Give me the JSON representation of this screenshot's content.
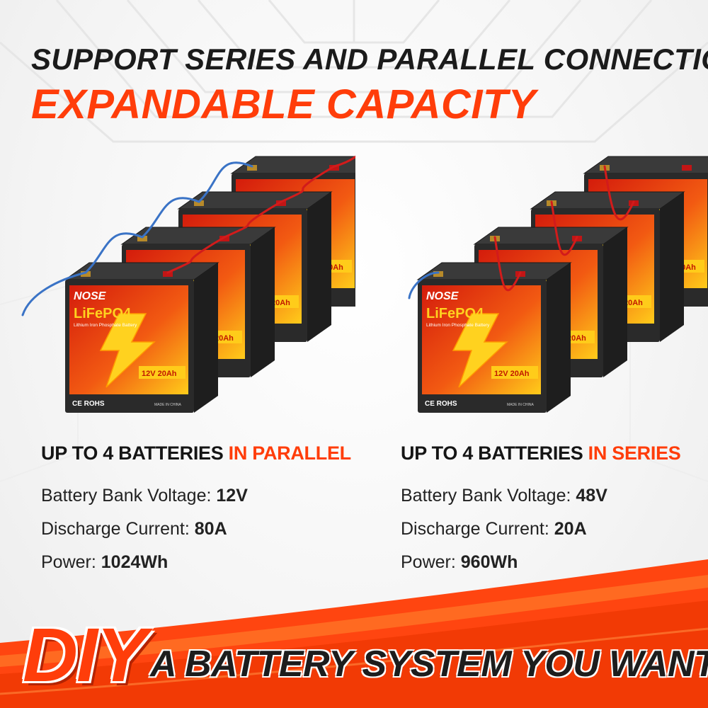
{
  "header": {
    "title": "SUPPORT SERIES AND PARALLEL CONNECTION",
    "subtitle": "EXPANDABLE CAPACITY"
  },
  "battery": {
    "brand": "NOSE",
    "chemistry": "LiFePO4",
    "chemistry_desc": "Lithium Iron Phosphate Battery",
    "rating": "12V 20Ah",
    "rating_short": "20Ah",
    "certs": "CE ROHS",
    "origin": "MADE IN CHINA"
  },
  "parallel": {
    "heading_prefix": "UP TO 4 BATTERIES",
    "heading_accent": "IN PARALLEL",
    "voltage_label": "Battery Bank Voltage:",
    "voltage_value": "12V",
    "current_label": "Discharge Current:",
    "current_value": "80A",
    "power_label": "Power:",
    "power_value": "1024Wh"
  },
  "series": {
    "heading_prefix": "UP TO 4 BATTERIES",
    "heading_accent": "IN SERIES",
    "voltage_label": "Battery Bank Voltage:",
    "voltage_value": "48V",
    "current_label": "Discharge Current:",
    "current_value": "20A",
    "power_label": "Power:",
    "power_value": "960Wh"
  },
  "banner": {
    "diy": "DIY",
    "tagline": "A BATTERY SYSTEM YOU WANT!"
  },
  "colors": {
    "accent": "#ff3d0a",
    "text": "#1b1b1b",
    "case": "#2a2a2a",
    "label_red": "#d41c0c",
    "label_yellow": "#ffcc1a",
    "wire_blue": "#3a73c6",
    "wire_red": "#d21b1b"
  },
  "icons": [
    "lightning-bolt-icon",
    "recycle-icon",
    "ce-mark-icon",
    "terminal-icon"
  ]
}
